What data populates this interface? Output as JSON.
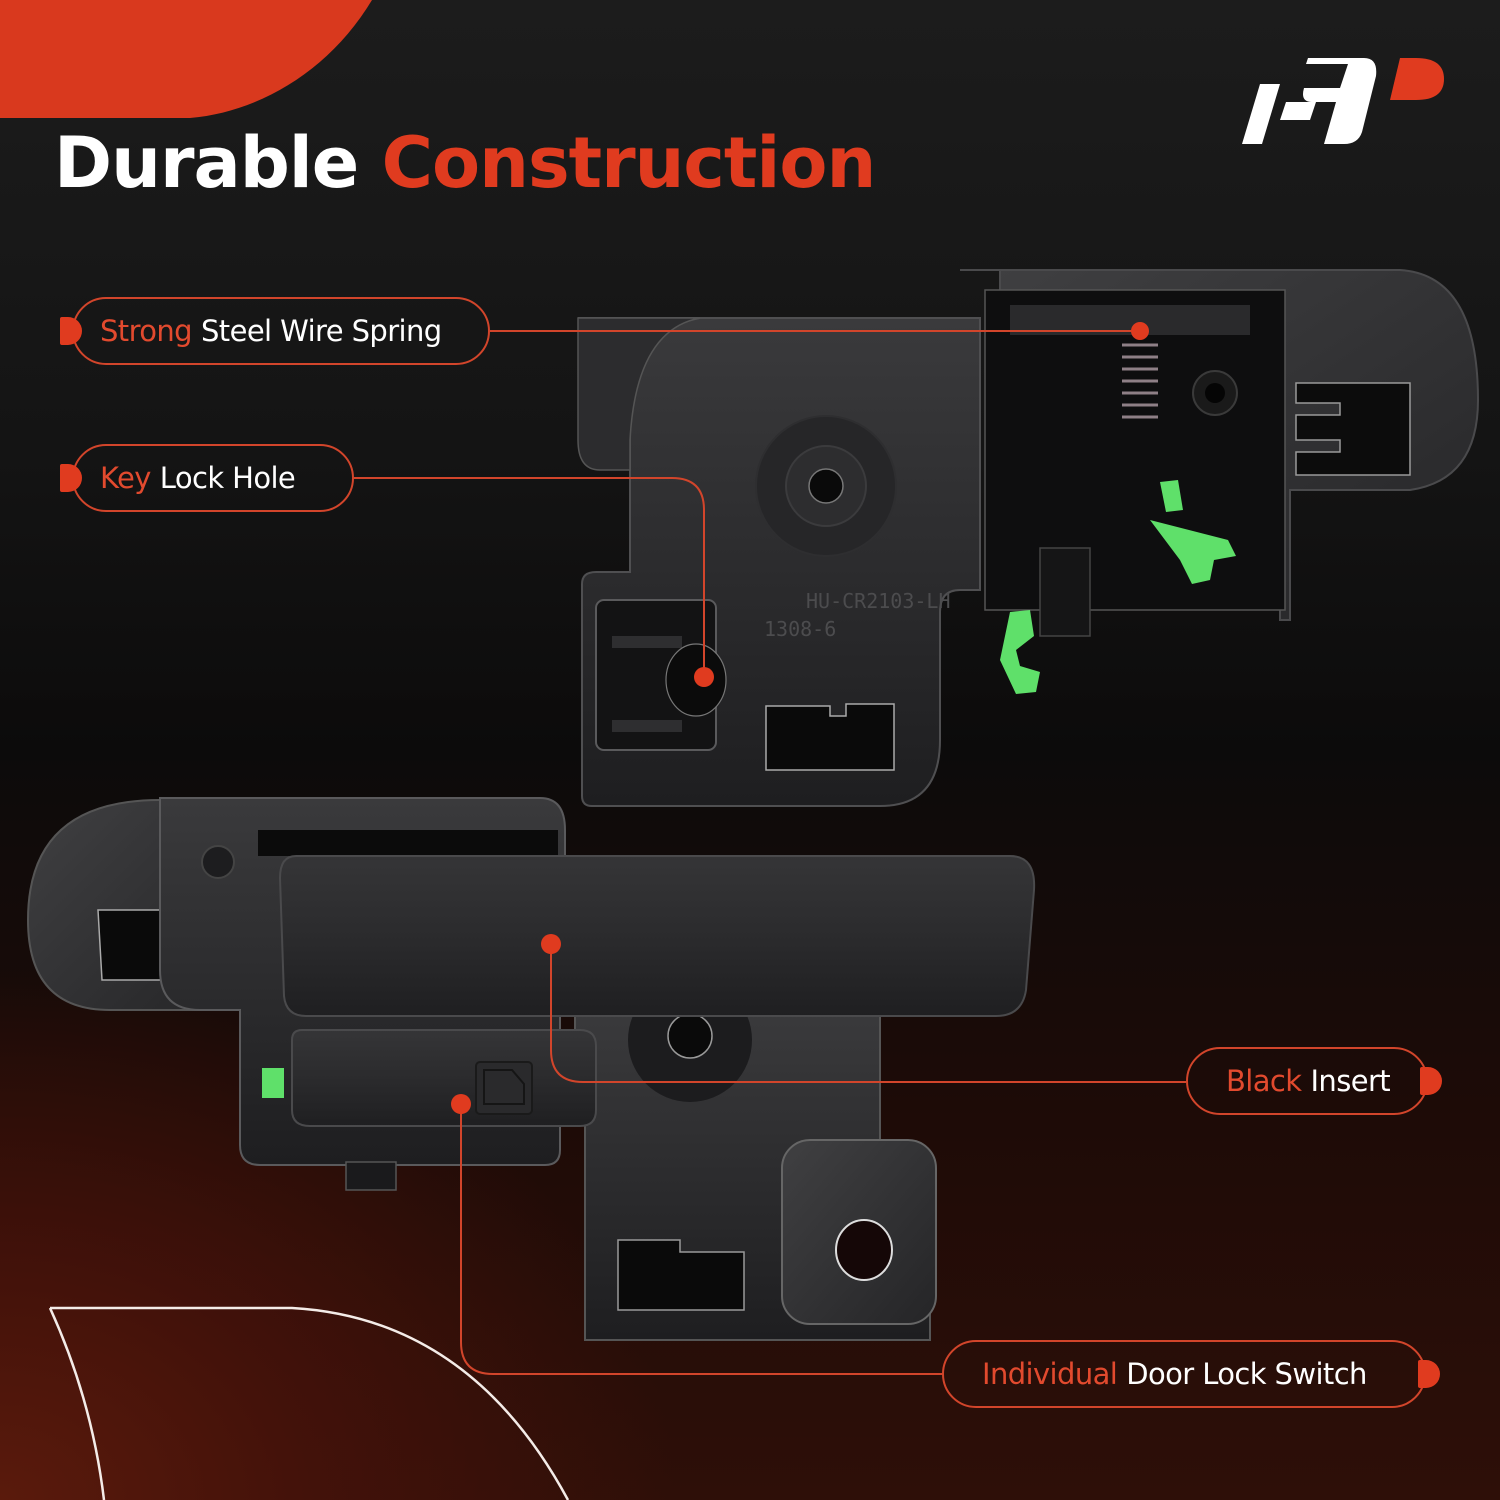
{
  "header": {
    "title_word_1": "Durable",
    "title_word_2": "Construction"
  },
  "brand": {
    "logo_icon": "a-premium-logo-icon",
    "colors": {
      "accent": "#e03b1f",
      "white": "#ffffff",
      "background_top": "#1a1a1a",
      "background_bottom": "#4a160b",
      "clip_green": "#5fe06a"
    }
  },
  "callouts": [
    {
      "id": "spring",
      "accent": "Strong",
      "text": "Steel Wire Spring",
      "side": "left"
    },
    {
      "id": "key",
      "accent": "Key",
      "text": "Lock Hole",
      "side": "left"
    },
    {
      "id": "insert",
      "accent": "Black",
      "text": "Insert",
      "side": "right"
    },
    {
      "id": "switch",
      "accent": "Individual",
      "text": "Door Lock Switch",
      "side": "right"
    }
  ],
  "product": {
    "part_marking_line_1": "HU-CR2103-LH",
    "part_marking_line_2": "1308-6",
    "views": [
      "rear-view-door-handle",
      "front-view-door-handle"
    ]
  }
}
